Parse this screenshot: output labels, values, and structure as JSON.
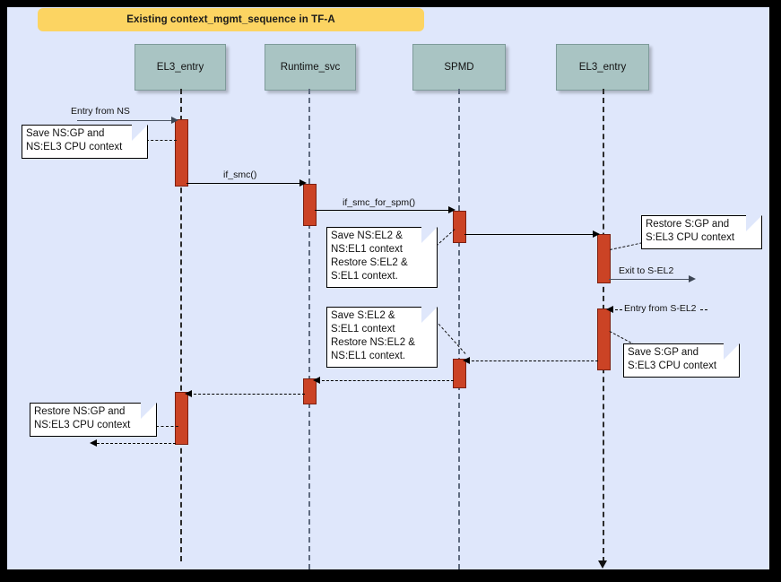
{
  "diagram": {
    "type": "uml-sequence-diagram",
    "title": "Existing context_mgmt_sequence in TF-A",
    "background_color": "#dfe7fb",
    "title_color": "#fcd462",
    "lifeline_color": "#a9c4c3",
    "activation_color": "#cb4325",
    "border_color": "#000000"
  },
  "lifelines": [
    {
      "id": "el3_entry_left",
      "label": "EL3_entry"
    },
    {
      "id": "runtime_svc",
      "label": "Runtime_svc"
    },
    {
      "id": "spmd",
      "label": "SPMD"
    },
    {
      "id": "el3_entry_right",
      "label": "EL3_entry"
    }
  ],
  "messages": [
    {
      "id": "m1",
      "label": "Entry from NS",
      "from": "external-left",
      "to": "el3_entry_left",
      "style": "solid"
    },
    {
      "id": "m2",
      "label": "if_smc()",
      "from": "el3_entry_left",
      "to": "runtime_svc",
      "style": "solid"
    },
    {
      "id": "m3",
      "label": "if_smc_for_spm()",
      "from": "runtime_svc",
      "to": "spmd",
      "style": "solid"
    },
    {
      "id": "m4",
      "label": "",
      "from": "spmd",
      "to": "el3_entry_right",
      "style": "solid"
    },
    {
      "id": "m5",
      "label": "Exit to S-EL2",
      "from": "el3_entry_right",
      "to": "external-right",
      "style": "solid"
    },
    {
      "id": "m6",
      "label": "Entry from S-EL2",
      "from": "external-right",
      "to": "el3_entry_right",
      "style": "dashed"
    },
    {
      "id": "m7",
      "label": "",
      "from": "el3_entry_right",
      "to": "spmd",
      "style": "dashed"
    },
    {
      "id": "m8",
      "label": "",
      "from": "spmd",
      "to": "runtime_svc",
      "style": "dashed"
    },
    {
      "id": "m9",
      "label": "",
      "from": "runtime_svc",
      "to": "el3_entry_left",
      "style": "dashed"
    },
    {
      "id": "m10",
      "label": "",
      "from": "el3_entry_left",
      "to": "external-left",
      "style": "dashed"
    }
  ],
  "notes": [
    {
      "id": "n1",
      "text": "Save NS:GP and\nNS:EL3 CPU context",
      "attached_to": "el3_entry_left"
    },
    {
      "id": "n2",
      "text": "Save NS:EL2 &\nNS:EL1 context\nRestore S:EL2 &\nS:EL1 context.",
      "attached_to": "spmd"
    },
    {
      "id": "n3",
      "text": "Restore S:GP and\nS:EL3 CPU context",
      "attached_to": "el3_entry_right"
    },
    {
      "id": "n4",
      "text": "Save S:GP and\nS:EL3 CPU context",
      "attached_to": "el3_entry_right"
    },
    {
      "id": "n5",
      "text": "Save S:EL2 &\nS:EL1 context\nRestore NS:EL2 &\nNS:EL1 context.",
      "attached_to": "spmd"
    },
    {
      "id": "n6",
      "text": "Restore NS:GP and\nNS:EL3 CPU context",
      "attached_to": "el3_entry_left"
    }
  ]
}
